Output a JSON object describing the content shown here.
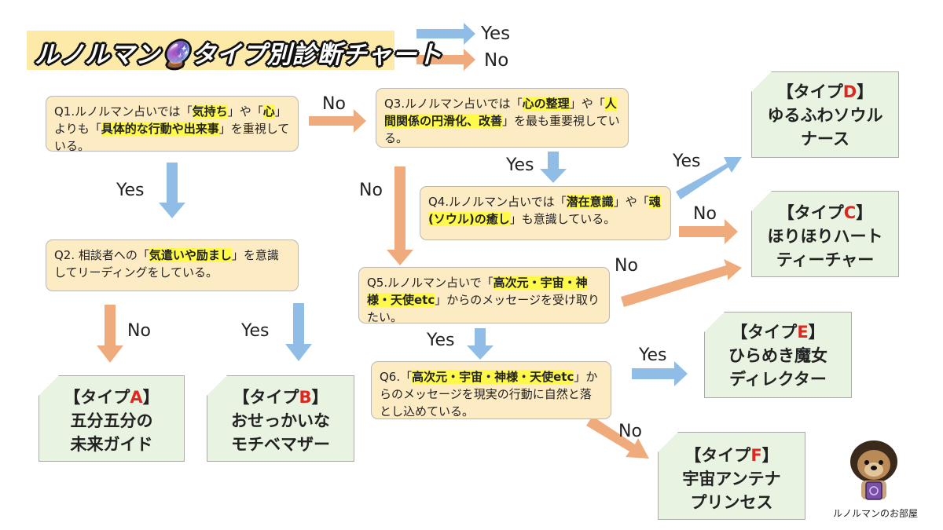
{
  "title": "ルノルマン🔮タイプ別診断チャート",
  "legend": {
    "yes": "Yes",
    "no": "No"
  },
  "colors": {
    "yes_arrow": "#8fbde6",
    "no_arrow": "#f0ab7d",
    "question_bg": "#fdebc4",
    "result_bg": "#e9f3e2",
    "highlight": "#fff94a",
    "type_letter": "#e0271e"
  },
  "questions": {
    "q1": {
      "p1": "Q1.ルノルマン占いでは「",
      "h1": "気持ち",
      "p2": "」や「",
      "h2": "心",
      "p3": "」よりも「",
      "h3": "具体的な行動や出来事",
      "p4": "」を重視している。"
    },
    "q2": {
      "p1": "Q2. 相談者への「",
      "h1": "気遣いや励まし",
      "p2": "」を意識してリーディングをしている。"
    },
    "q3": {
      "p1": "Q3.ルノルマン占いでは「",
      "h1": "心の整理",
      "p2": "」や「",
      "h2": "人間関係の円滑化、改善",
      "p3": "」を最も重要視している。"
    },
    "q4": {
      "p1": "Q4.ルノルマン占いでは「",
      "h1": "潜在意識",
      "p2": "」や「",
      "h2": "魂(ソウル)の癒し",
      "p3": "」も意識している。"
    },
    "q5": {
      "p1": "Q5.ルノルマン占いで「",
      "h1": "高次元・宇宙・神様・天使etc",
      "p2": "」からのメッセージを受け取りたい。"
    },
    "q6": {
      "p1": "Q6.「",
      "h1": "高次元・宇宙・神様・天使etc",
      "p2": "」からのメッセージを現実の行動に自然と落とし込めている。"
    }
  },
  "arrow_labels": {
    "q1_no": "No",
    "q1_yes": "Yes",
    "q2_no": "No",
    "q2_yes": "Yes",
    "q3_yes": "Yes",
    "q3_no": "No",
    "q4_yes": "Yes",
    "q4_no": "No",
    "q5_no": "No",
    "q5_yes": "Yes",
    "q6_yes": "Yes",
    "q6_no": "No"
  },
  "results": {
    "a": {
      "prefix": "【タイプ",
      "letter": "A",
      "suffix": "】",
      "line1": "五分五分の",
      "line2": "未来ガイド"
    },
    "b": {
      "prefix": "【タイプ",
      "letter": "B",
      "suffix": "】",
      "line1": "おせっかいな",
      "line2": "モチベマザー"
    },
    "c": {
      "prefix": "【タイプ",
      "letter": "C",
      "suffix": "】",
      "line1": "ほりほりハート",
      "line2": "ティーチャー"
    },
    "d": {
      "prefix": "【タイプ",
      "letter": "D",
      "suffix": "】",
      "line1": "ゆるふわソウル",
      "line2": "ナース"
    },
    "e": {
      "prefix": "【タイプ",
      "letter": "E",
      "suffix": "】",
      "line1": "ひらめき魔女",
      "line2": "ディレクター"
    },
    "f": {
      "prefix": "【タイプ",
      "letter": "F",
      "suffix": "】",
      "line1": "宇宙アンテナ",
      "line2": "プリンセス"
    }
  },
  "caption": "ルノルマンのお部屋"
}
